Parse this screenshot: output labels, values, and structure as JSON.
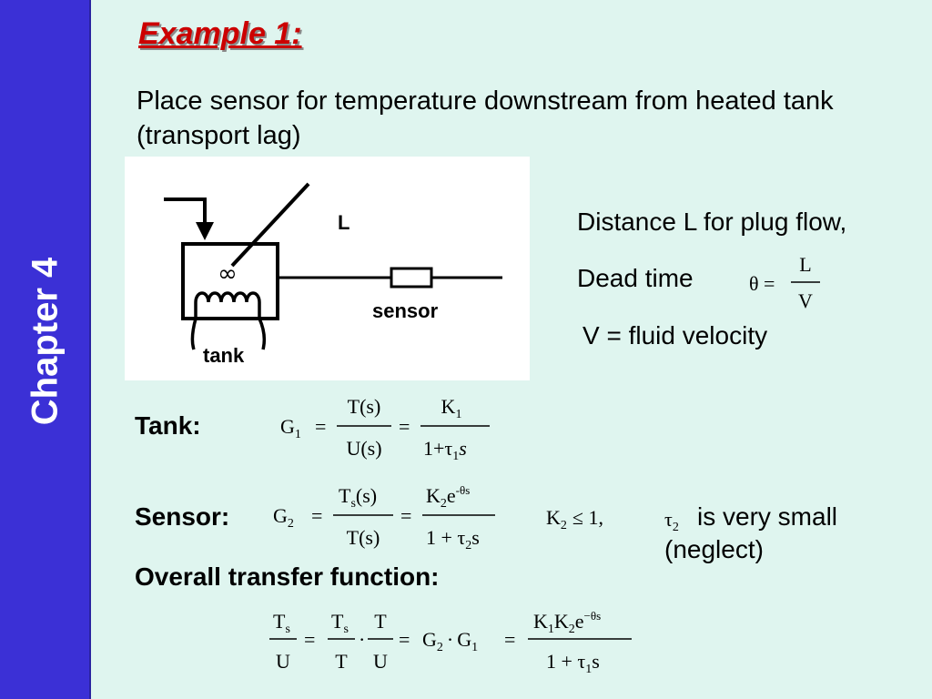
{
  "sidebar": {
    "title": "Chapter 4"
  },
  "title": "Example 1:",
  "intro": "Place sensor for temperature downstream from heated tank (transport lag)",
  "diagram": {
    "label_L": "L",
    "label_sensor": "sensor",
    "label_tank": "tank",
    "symbol": "∞"
  },
  "right": {
    "line1": "Distance L for plug flow,",
    "line2": "Dead time",
    "line3": "V = fluid velocity",
    "dead_time_eq": {
      "lhs": "θ =",
      "num": "L",
      "den": "V"
    }
  },
  "tank": {
    "label": "Tank:",
    "g": "G",
    "g_sub": "1",
    "eq": "=",
    "frac1_num": "T(s)",
    "frac1_den": "U(s)",
    "frac2_num": "K",
    "frac2_num_sub": "1",
    "frac2_den": "1+τ",
    "frac2_den_sub": "1",
    "frac2_den_s": "s"
  },
  "sensor": {
    "label": "Sensor:",
    "g": "G",
    "g_sub": "2",
    "eq": "=",
    "frac1_num": "T",
    "frac1_num_sub": "s",
    "frac1_num_tail": "(s)",
    "frac1_den": "T(s)",
    "frac2_num": "K",
    "frac2_num_sub": "2",
    "frac2_num_e": "e",
    "frac2_num_sup": "-θs",
    "frac2_den": "1 + τ",
    "frac2_den_sub": "2",
    "frac2_den_s": "s",
    "k2": "K",
    "k2_sub": "2",
    "k2_rel": "≤ 1,",
    "tau": "τ",
    "tau_sub": "2",
    "note1": "is very small",
    "note2": "(neglect)"
  },
  "overall": {
    "label": "Overall transfer function:",
    "t": "T",
    "s": "s",
    "u": "U",
    "eq": "=",
    "dot": "·",
    "g": "G",
    "g2_sub": "2",
    "g1_sub": "1",
    "num_k": "K",
    "num_k1": "1",
    "num_k2": "2",
    "num_e": "e",
    "num_sup": "−θs",
    "den": "1 + τ",
    "den_sub": "1",
    "den_s": "s"
  }
}
